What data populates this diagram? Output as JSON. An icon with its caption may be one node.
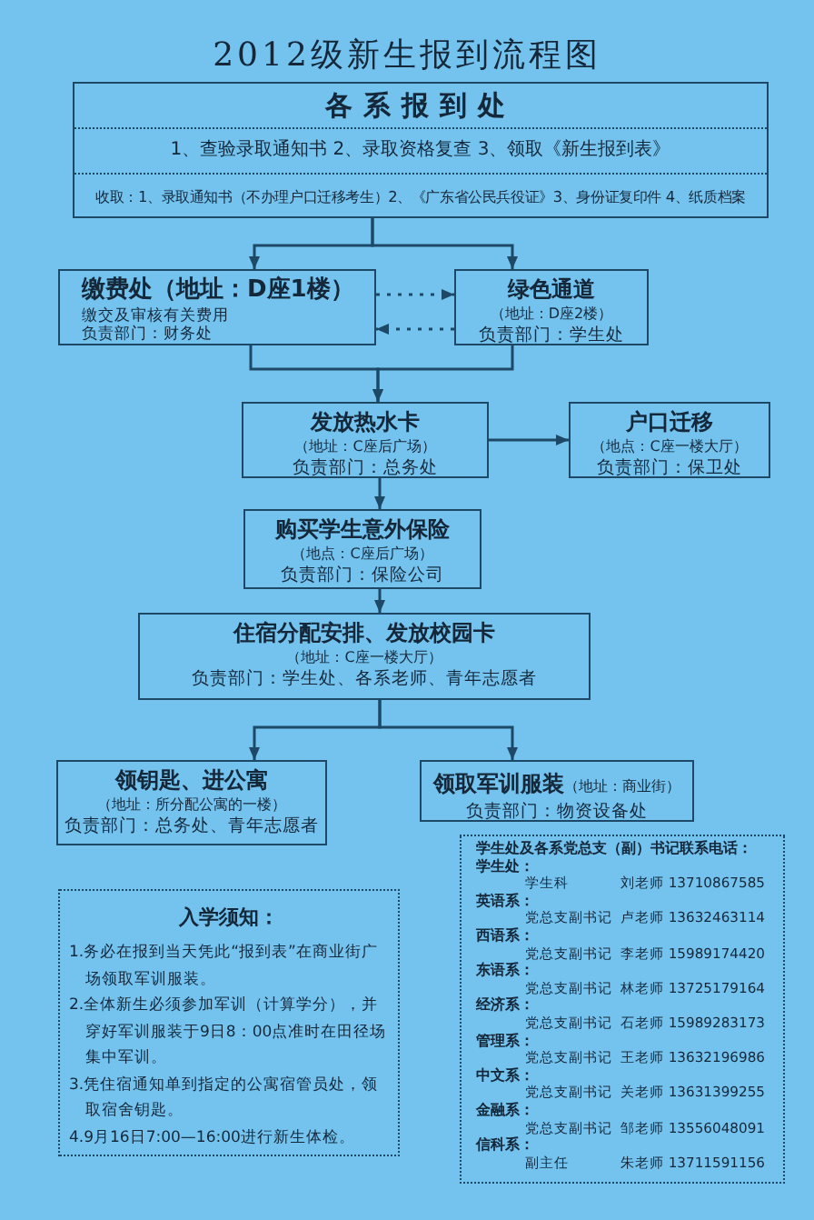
{
  "diagram": {
    "title": "2012级新生报到流程图",
    "nodes": [
      {
        "text": [
          "各系报到处",
          "1、查验录取通知书 2、录取资格复查 3、领取《新生报到表》",
          "收取：1、录取通知书（不办理户口迁移考生）2、《广东省公民兵役证》3、身份证复印件 4、纸质档案"
        ]
      },
      {
        "text": [
          "缴费处（地址：D座1楼）",
          "缴交及审核有关费用",
          "负责部门：财务处"
        ]
      },
      {
        "text": [
          "绿色通道",
          "（地址：D座2楼）",
          "负责部门：学生处"
        ]
      },
      {
        "text": [
          "发放热水卡",
          "（地址：C座后广场）",
          "负责部门：总务处"
        ]
      },
      {
        "text": [
          "户口迁移",
          "（地点：C座一楼大厅）",
          "负责部门：保卫处"
        ]
      },
      {
        "text": [
          "购买学生意外保险",
          "（地点：C座后广场）",
          "负责部门：保险公司"
        ]
      },
      {
        "text": [
          "住宿分配安排、发放校园卡",
          "（地址：C座一楼大厅）",
          "负责部门：学生处、各系老师、青年志愿者"
        ]
      },
      {
        "text": [
          "领钥匙、进公寓",
          "（地址：所分配公寓的一楼）",
          "负责部门：总务处、青年志愿者"
        ]
      },
      {
        "text": [
          "领取军训服装",
          "（地址：商业街）",
          "负责部门：物资设备处"
        ]
      },
      {
        "text": [
          "入学须知：",
          "1.务必在报到当天凭此“报到表”在商业街广场领取军训服装。",
          "2.全体新生必须参加军训（计算学分），并穿好军训服装于9日8：00点准时在田径场集中军训。",
          "3.凭住宿通知单到指定的公寓宿管员处，领取宿舍钥匙。",
          "4.9月16日7:00—16:00进行新生体检。"
        ]
      },
      {
        "text": [
          "学生处及各系党总支（副）书记联系电话：",
          "学生处：",
          "学生科",
          "刘老师 13710867585",
          "英语系：",
          "党总支副书记",
          "卢老师 13632463114",
          "西语系：",
          "党总支副书记",
          "李老师 15989174420",
          "东语系：",
          "党总支副书记",
          "林老师 13725179164",
          "经济系：",
          "党总支副书记",
          "石老师 15989283173",
          "管理系：",
          "党总支副书记",
          "王老师 13632196986",
          "中文系：",
          "党总支副书记",
          "关老师 13631399255",
          "金融系：",
          "党总支副书记",
          "邹老师 13556048091",
          "信科系：",
          "副主任",
          "朱老师 13711591156"
        ]
      }
    ],
    "edges": [
      {
        "from": 0,
        "to": 1,
        "arrow": "to"
      },
      {
        "from": 0,
        "to": 2,
        "arrow": "to"
      },
      {
        "from": 1,
        "to": 2,
        "arrow": "to",
        "style": "dashed"
      },
      {
        "from": 2,
        "to": 1,
        "arrow": "to",
        "style": "dashed"
      },
      {
        "from": 1,
        "to": 3,
        "arrow": "to"
      },
      {
        "from": 2,
        "to": 3,
        "arrow": "to"
      },
      {
        "from": 3,
        "to": 4,
        "arrow": "to"
      },
      {
        "from": 3,
        "to": 5,
        "arrow": "to"
      },
      {
        "from": 5,
        "to": 6,
        "arrow": "to"
      },
      {
        "from": 6,
        "to": 7,
        "arrow": "to"
      },
      {
        "from": 6,
        "to": 8,
        "arrow": "to"
      }
    ]
  }
}
